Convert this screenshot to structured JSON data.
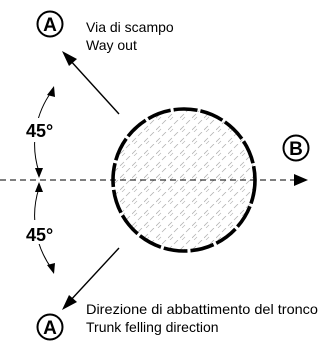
{
  "markers": {
    "escape_top": "A",
    "escape_bottom": "A",
    "felling": "B"
  },
  "angles": {
    "upper": "45°",
    "lower": "45°"
  },
  "captions": {
    "top_line1": "Via di scampo",
    "top_line2": "Way out",
    "bottom_line1": "Direzione di abbattimento del tronco",
    "bottom_line2": "Trunk felling direction"
  },
  "colors": {
    "ink": "#000000",
    "hatch": "#b3b3b3",
    "background": "#ffffff"
  }
}
